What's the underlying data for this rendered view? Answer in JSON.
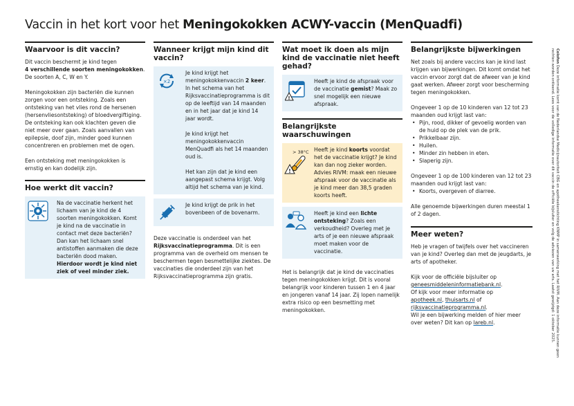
{
  "title": {
    "prefix": "Vaccin in het kort voor het ",
    "bold": "Meningokokken ACWY-vaccin (MenQuadfi)"
  },
  "col1": {
    "s1_head": "Waarvoor is dit vaccin?",
    "s1_p1a": "Dit vaccin beschermt je kind tegen",
    "s1_p1b": "4 verschillende soorten meningokokken",
    "s1_p1c": ".",
    "s1_p1d": "De soorten A, C, W en Y.",
    "s1_p2": "Meningokokken zijn bacteriën die kunnen zorgen voor een ontsteking. Zoals een ontsteking van het vlies rond de hersenen (hersenvliesontsteking) of bloedvergiftiging. De ontsteking kan ook klachten geven die niet meer over gaan. Zoals aanvallen van epilepsie, doof zijn, minder goed kunnen concentreren en problemen met de ogen.",
    "s1_p3": "Een ontsteking met meningokokken is ernstig en kan dodelijk zijn.",
    "s2_head": "Hoe werkt dit vaccin?",
    "s2_p1": "Na de vaccinatie herkent het lichaam van je kind de 4 soorten meningokokken. Komt je kind na de vaccinatie in contact met deze bacteriën? Dan kan het lichaam snel antistoffen aanmaken die deze bacteriën dood maken.",
    "s2_p2": "Hierdoor wordt je kind niet ziek of veel minder ziek."
  },
  "col2": {
    "head": "Wanneer krijgt mijn kind dit vaccin?",
    "b1_p1a": "Je kind krijgt het meningokokkenvaccin ",
    "b1_p1b": "2 keer",
    "b1_p1c": ". In het schema van het Rijksvaccinatieprogramma is dit op de leeftijd van 14 maanden en in het jaar dat je kind 14 jaar wordt.",
    "b1_p2": "Je kind krijgt het meningokokkenvaccin MenQuadfi als het 14 maanden oud is.",
    "b1_p3": "Het kan zijn dat je kind een aangepast schema krijgt. Volg altijd het schema van je kind.",
    "b2_p": "Je kind krijgt de prik in het bovenbeen of de bovenarm.",
    "p_a": "Deze vaccinatie is onderdeel van het ",
    "p_b": "Rijksvaccinatieprogramma",
    "p_c": ". Dit is een programma van de overheid om mensen te beschermen tegen besmettelijke ziektes. De vaccinaties die onderdeel zijn van het Rijksvaccinatieprogramma zijn gratis."
  },
  "col3": {
    "head": "Wat moet ik doen als mijn kind de vaccinatie niet heeft gehad?",
    "b1_a": "Heeft je kind de afspraak voor de vaccinatie ",
    "b1_b": "gemist",
    "b1_c": "? Maak zo snel mogelijk een nieuwe afspraak.",
    "head2": "Belangrijkste waarschuwingen",
    "y1_a": "Heeft je kind ",
    "y1_b": "koorts",
    "y1_c": " voordat het de vaccinatie krijgt? Je kind kan dan nog zieker worden. Advies RIVM: maak een nieuwe afspraak voor de vaccinatie als je kind meer dan 38,5 graden koorts heeft.",
    "thermo_label": "> 38°C",
    "b2_a": "Heeft je kind een ",
    "b2_b": "lichte ontsteking",
    "b2_c": "? Zoals een verkoudheid? Overleg met je arts of je een nieuwe afspraak moet maken voor de vaccinatie.",
    "p": "Het is belangrijk dat je kind de vaccinaties tegen meningokokken krijgt. Dit is vooral belangrijk voor kinderen tussen 1 en 4 jaar en jongeren vanaf 14 jaar. Zij lopen namelijk extra risico op een besmetting met meningokokken."
  },
  "col4": {
    "head": "Belangrijkste bijwerkingen",
    "p1": "Net zoals bij andere vaccins kan je kind last krijgen van bijwerkingen. Dit komt omdat het vaccin ervoor zorgt dat de afweer van je kind gaat werken. Afweer zorgt voor bescherming tegen meningokokken.",
    "p2": "Ongeveer 1 op de 10 kinderen van 12 tot 23 maanden oud krijgt last van:",
    "list1": [
      "Pijn, rood, dikker of gevoelig worden van de huid op de plek van de prik.",
      "Prikkelbaar zijn.",
      "Huilen.",
      "Minder zin hebben in eten.",
      "Slaperig zijn."
    ],
    "p3": "Ongeveer 1 op de 100 kinderen van 12 tot 23 maanden oud krijgt last van:",
    "list2": [
      "Koorts, overgeven of diarree."
    ],
    "p4": "Alle genoemde bijwerkingen duren meestal 1 of 2 dagen.",
    "head2": "Meer weten?",
    "p5": "Heb je vragen of twijfels over het vaccineren van je kind? Overleg dan met de jeugdarts, je arts of apotheker.",
    "p6a": "Kijk voor de officiële bijsluiter op",
    "link1": "geneesmiddeleninformatiebank.nl",
    "p6b": ".",
    "p7a": "Of kijk voor meer informatie op",
    "link2": "apotheek.nl",
    "sep1": ", ",
    "link3": "thuisarts.nl",
    "p7b": " of",
    "link4": "rijksvaccinatieprogramma.nl",
    "p7c": ".",
    "p8a": "Wil je een bijwerking melden of hier meer over weten? Dit kan op ",
    "link5": "lareb.nl",
    "p8b": "."
  },
  "side": {
    "label": "Colofon",
    "text": " Deze informatie komt van de Nederlandse Medicijnautoriteit CBG en apotheekenstichting KNMP in samenwerking met het RIVM. Aan deze informatie kunnen geen rechten worden ontleend. Lees voor de volledige informatie over dit vaccin de officiële bijsluiter en volg de adviezen van uw arts. Laatst gewijzigd: 1 oktober 2025."
  }
}
